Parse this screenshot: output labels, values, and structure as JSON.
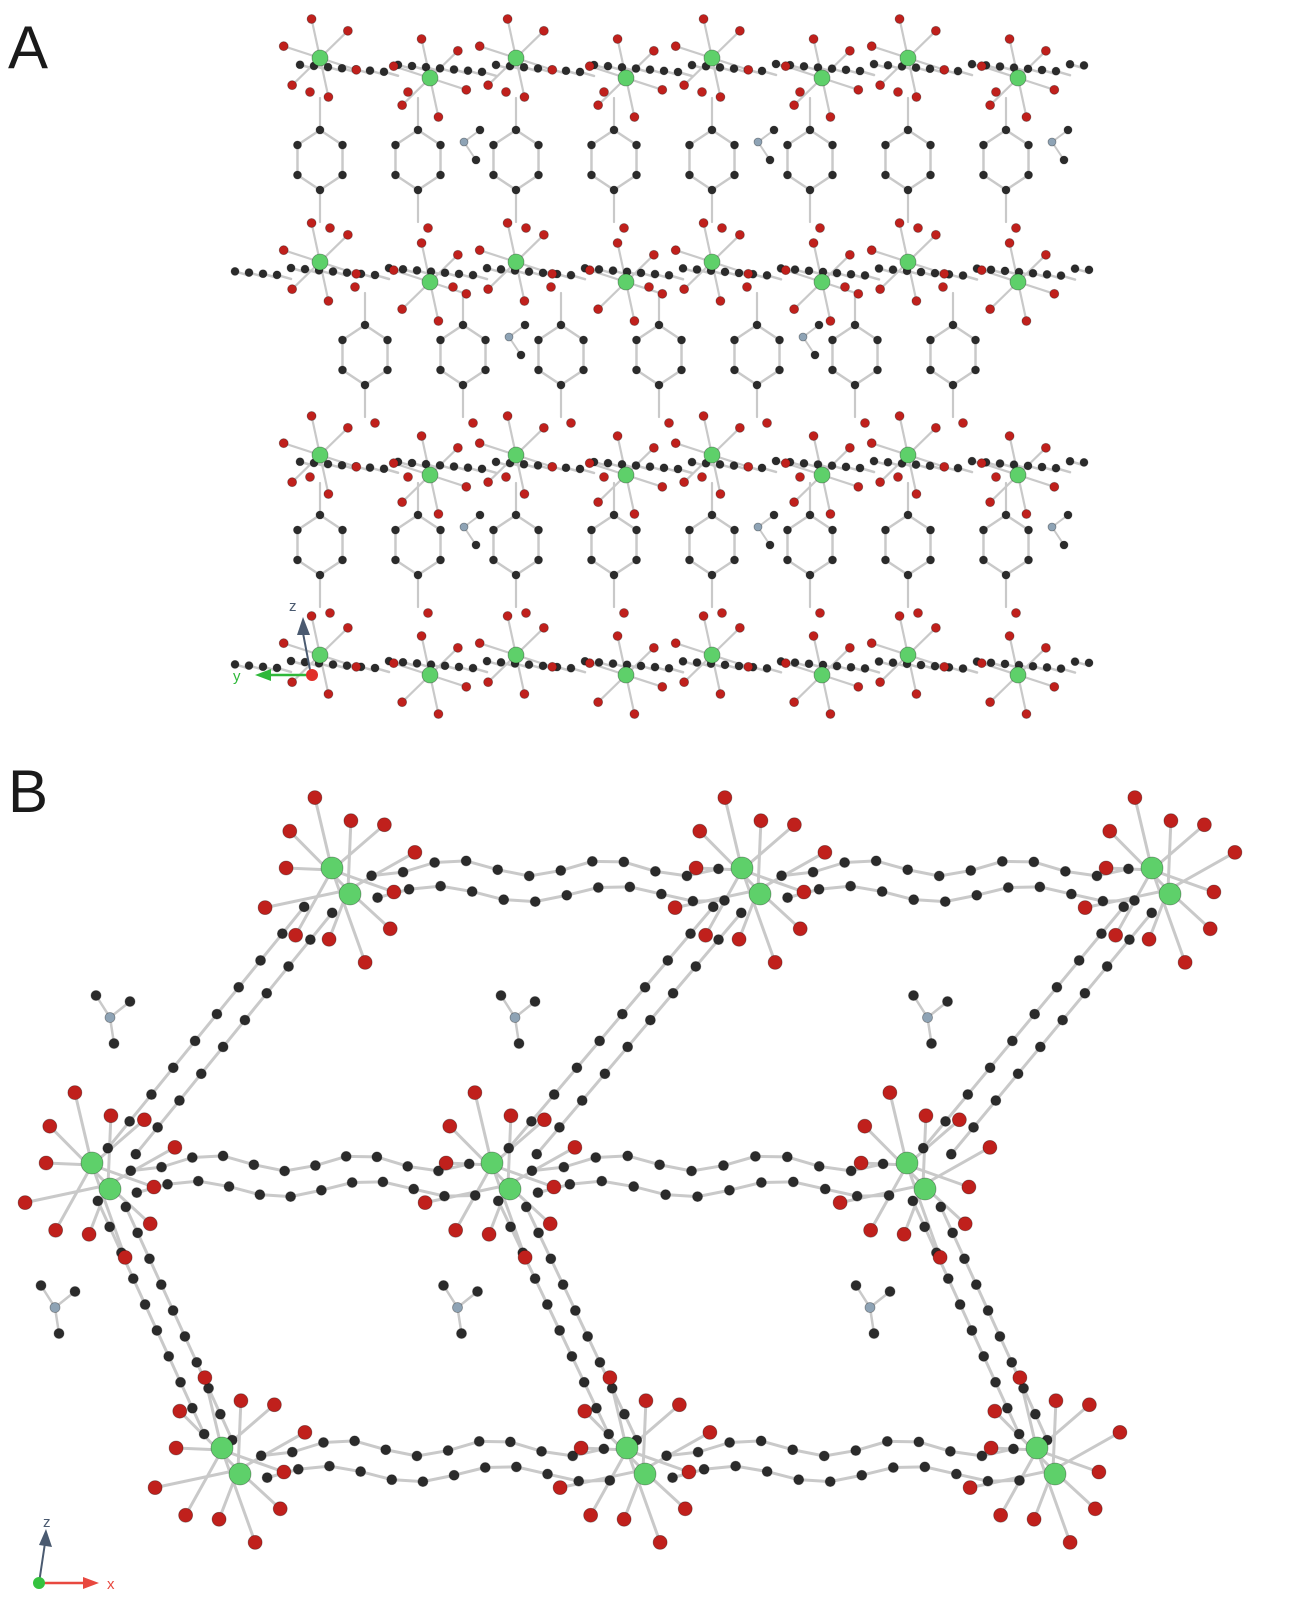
{
  "panels": [
    {
      "label": "A",
      "axes": {
        "up": "z",
        "horizontal": "y",
        "up_color": "#4a5a70",
        "horizontal_color": "#2fb83a",
        "origin_color": "#e0302a"
      }
    },
    {
      "label": "B",
      "axes": {
        "up": "z",
        "horizontal": "x",
        "up_color": "#4a5a70",
        "horizontal_color": "#e8483f",
        "origin_color": "#35c23f"
      }
    }
  ],
  "colors": {
    "metal": "#5ed06a",
    "oxygen": "#c0201c",
    "carbon": "#2b2b2b",
    "nitrogen": "#8ea3b5",
    "bond": "#c9c9c9"
  },
  "icons": {
    "axis_triad": "axis-triad-icon"
  }
}
